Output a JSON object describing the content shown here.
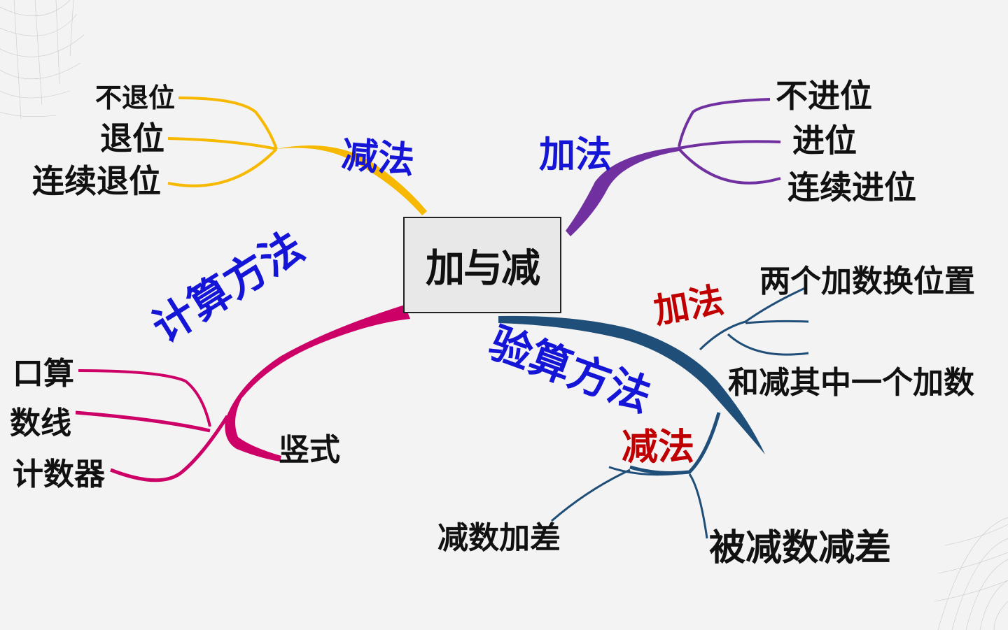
{
  "center": "加与减",
  "colors": {
    "subtraction": "#f6b800",
    "addition": "#7030a0",
    "calc": "#cc0066",
    "check": "#1f4e79",
    "blue_text": "#1515d8",
    "red_text": "#c00000"
  },
  "branches": {
    "subtraction": {
      "label": "减法",
      "items": [
        "不退位",
        "退位",
        "连续退位"
      ]
    },
    "addition": {
      "label": "加法",
      "items": [
        "不进位",
        "进位",
        "连续进位"
      ]
    },
    "calc_method": {
      "label": "计算方法",
      "items": [
        "口算",
        "数线",
        "计数器",
        "竖式"
      ]
    },
    "check_method": {
      "label": "验算方法",
      "addition": {
        "label": "加法",
        "items": [
          "两个加数换位置",
          "和减其中一个加数"
        ]
      },
      "subtraction": {
        "label": "减法",
        "items": [
          "减数加差",
          "被减数减差"
        ]
      }
    }
  }
}
